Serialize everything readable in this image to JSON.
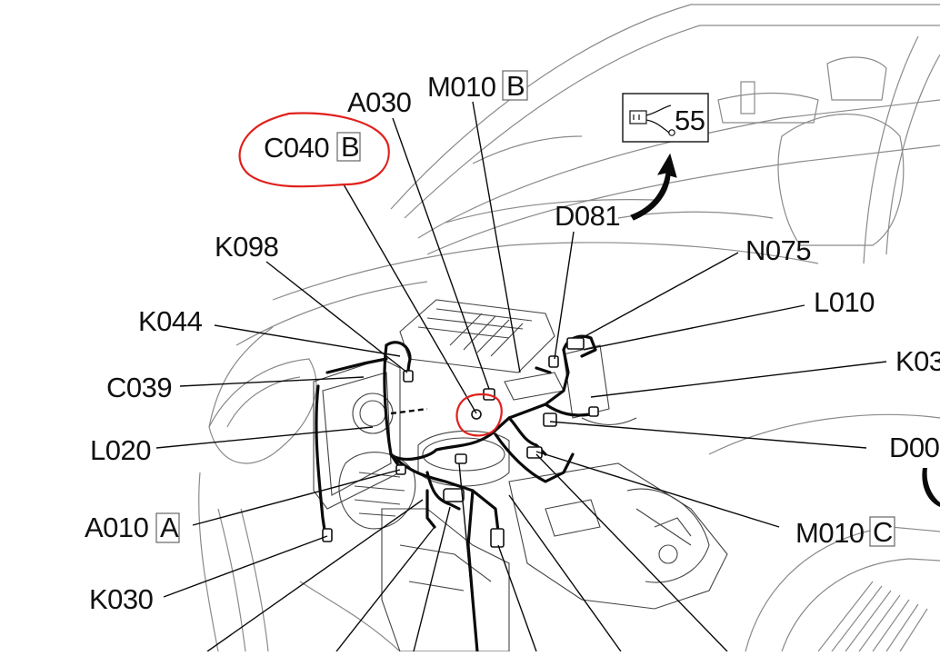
{
  "labels": {
    "c040": "C040",
    "c040_suffix": "B",
    "a030": "A030",
    "m010_top": "M010",
    "m010_top_suffix": "B",
    "ref_number": "55",
    "d081": "D081",
    "k098": "K098",
    "n075": "N075",
    "k044": "K044",
    "l010": "L010",
    "c039": "C039",
    "k03_partial": "K03",
    "l020": "L020",
    "d00_partial": "D00",
    "a010": "A010",
    "a010_suffix": "A",
    "m010_bottom": "M010",
    "m010_bottom_suffix": "C",
    "k030": "K030"
  },
  "colors": {
    "highlight": "#e0201c",
    "ink": "#0a0a0a",
    "car_outline": "#8a8a8a"
  },
  "icons": {
    "ref_arrow": "curved-arrow-icon",
    "ref_connector": "connector-pigtail-icon"
  }
}
